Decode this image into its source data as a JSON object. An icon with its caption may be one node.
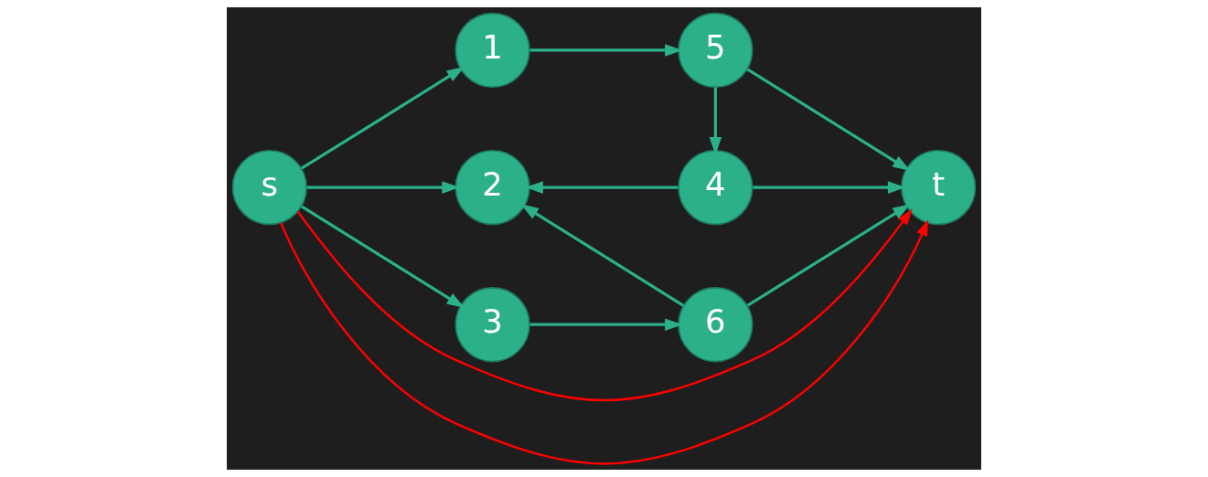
{
  "diagram": {
    "nodes": [
      {
        "text": [
          "s"
        ]
      },
      {
        "text": [
          "1"
        ]
      },
      {
        "text": [
          "2"
        ]
      },
      {
        "text": [
          "3"
        ]
      },
      {
        "text": [
          "4"
        ]
      },
      {
        "text": [
          "5"
        ]
      },
      {
        "text": [
          "6"
        ]
      },
      {
        "text": [
          "t"
        ]
      }
    ],
    "edges": [
      {
        "from": 0,
        "to": 1,
        "arrow": "to"
      },
      {
        "from": 0,
        "to": 2,
        "arrow": "to"
      },
      {
        "from": 0,
        "to": 3,
        "arrow": "to"
      },
      {
        "from": 1,
        "to": 5,
        "arrow": "to"
      },
      {
        "from": 4,
        "to": 2,
        "arrow": "to"
      },
      {
        "from": 4,
        "to": 7,
        "arrow": "to"
      },
      {
        "from": 5,
        "to": 4,
        "arrow": "to"
      },
      {
        "from": 5,
        "to": 7,
        "arrow": "to"
      },
      {
        "from": 6,
        "to": 2,
        "arrow": "to"
      },
      {
        "from": 3,
        "to": 6,
        "arrow": "to"
      },
      {
        "from": 6,
        "to": 7,
        "arrow": "to"
      },
      {
        "from": 0,
        "to": 7,
        "arrow": "to",
        "color": "#ff0000"
      },
      {
        "from": 0,
        "to": 7,
        "arrow": "to",
        "color": "#ff0000"
      }
    ]
  }
}
